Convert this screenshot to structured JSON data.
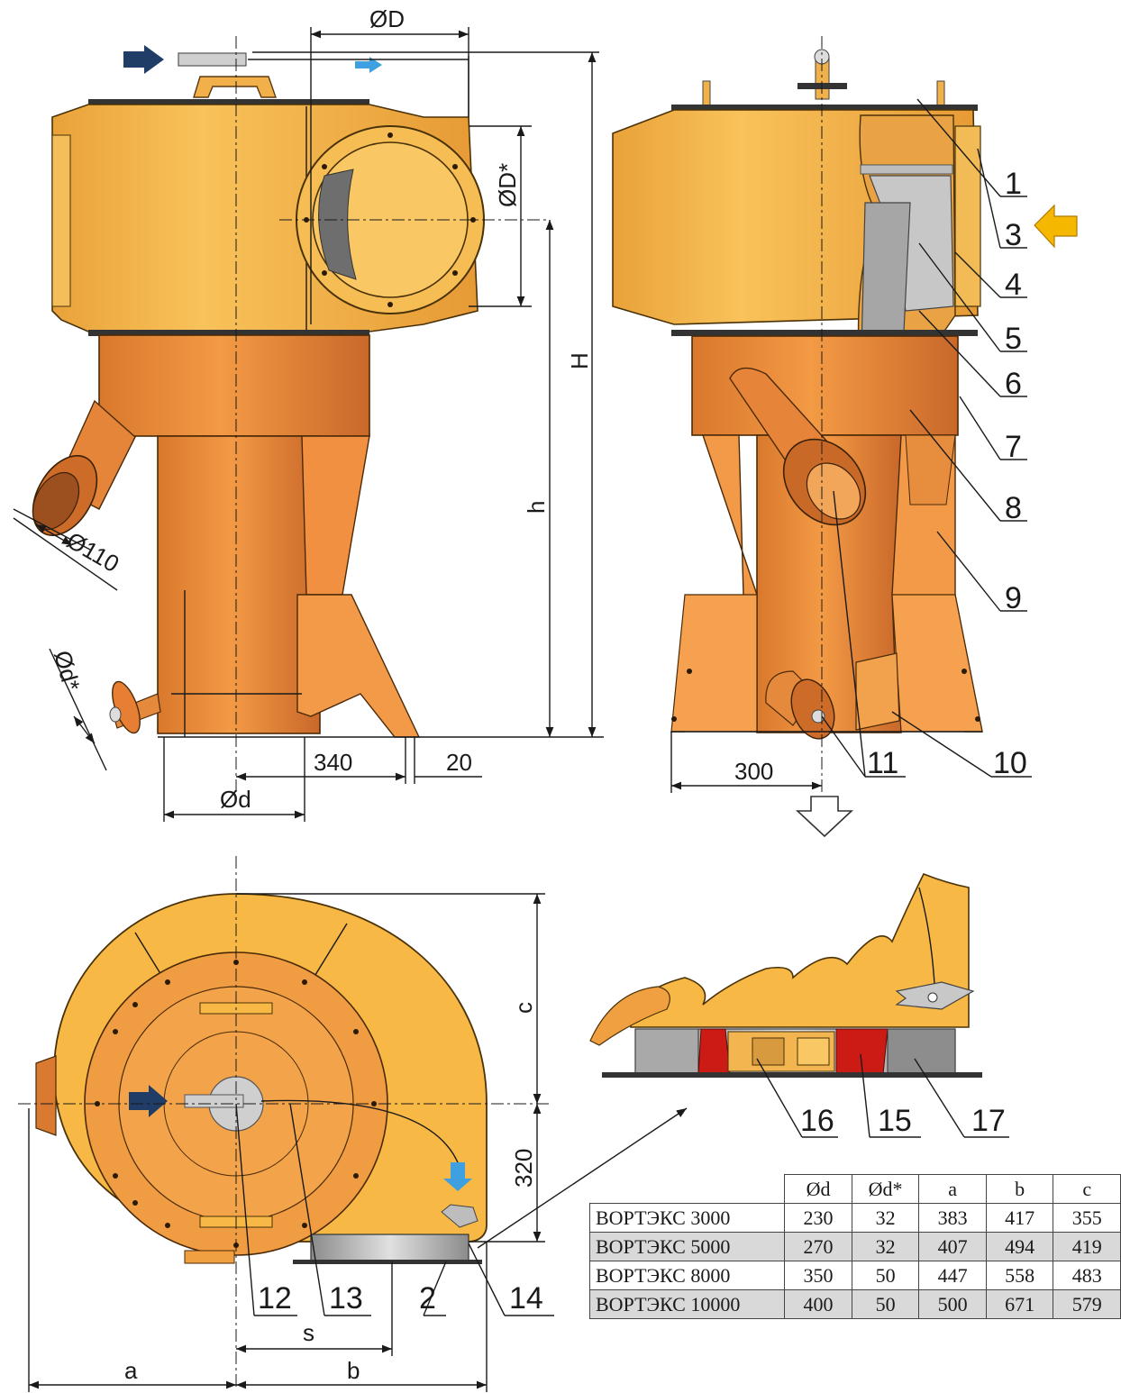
{
  "front_view": {
    "dimensions": {
      "outer_dia": "ØD",
      "inlet_dia": "ØD*",
      "total_height": "H",
      "body_height": "h",
      "branch_dia": "Ø110",
      "nozzle_dia": "Ød*",
      "offset_340": "340",
      "offset_20": "20",
      "bottom_dia": "Ød"
    }
  },
  "side_view": {
    "width_300": "300",
    "callouts": [
      "1",
      "3",
      "4",
      "5",
      "6",
      "7",
      "8",
      "9",
      "10",
      "11"
    ]
  },
  "plan_view": {
    "dimensions": {
      "c": "c",
      "d320": "320",
      "s": "s",
      "a": "a",
      "b": "b"
    },
    "callouts": [
      "12",
      "13",
      "2",
      "14"
    ]
  },
  "detail_view": {
    "callouts": [
      "16",
      "15",
      "17"
    ]
  },
  "colors": {
    "inlet_arrow": "#f5b700",
    "flow_arrow_dark": "#1f3d66",
    "flow_arrow_light": "#3ea0e0",
    "body_light": "#f7b845",
    "body_mid": "#e98a33",
    "seal_red": "#cc1a14"
  },
  "spec_table": {
    "headers": [
      "Ød",
      "Ød*",
      "a",
      "b",
      "c"
    ],
    "rows": [
      {
        "model": "ВОРТЭКС 3000",
        "values": [
          "230",
          "32",
          "383",
          "417",
          "355"
        ]
      },
      {
        "model": "ВОРТЭКС 5000",
        "values": [
          "270",
          "32",
          "407",
          "494",
          "419"
        ]
      },
      {
        "model": "ВОРТЭКС 8000",
        "values": [
          "350",
          "50",
          "447",
          "558",
          "483"
        ]
      },
      {
        "model": "ВОРТЭКС 10000",
        "values": [
          "400",
          "50",
          "500",
          "671",
          "579"
        ]
      }
    ]
  }
}
